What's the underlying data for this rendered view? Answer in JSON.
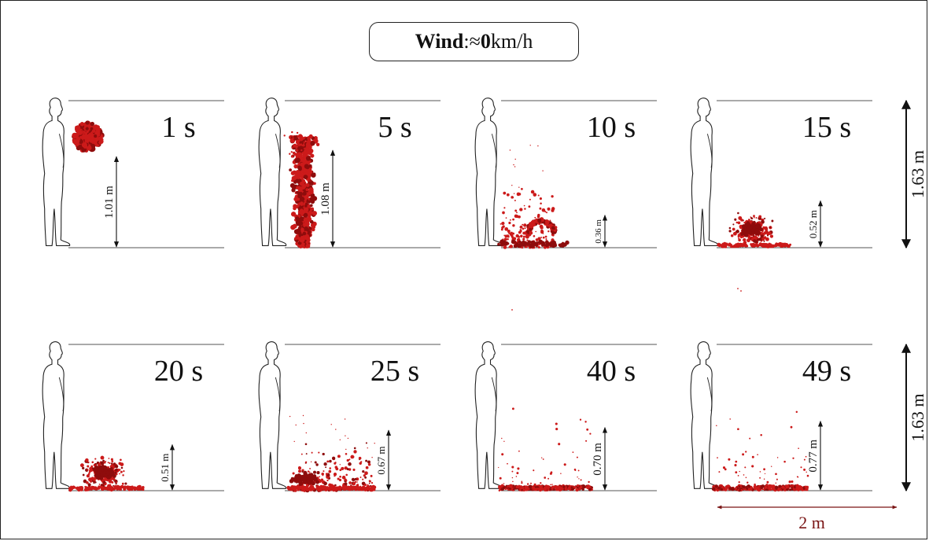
{
  "wind": {
    "label": "Wind",
    "separator": ":",
    "approx": "≈",
    "value": "0",
    "unit": "km/h"
  },
  "height_dimension": "1.63 m",
  "scale_label": "2 m",
  "colors": {
    "droplets": "#cc1a1a",
    "droplets_dark": "#8e0c0c",
    "lines": "#555555",
    "scale": "#7a1515",
    "ink": "#111111"
  },
  "panels": [
    {
      "time": "1 s",
      "height_label": "1.01 m",
      "height_m": 1.01,
      "cloud": "mouth-blob"
    },
    {
      "time": "5 s",
      "height_label": "1.08 m",
      "height_m": 1.08,
      "cloud": "falling-column"
    },
    {
      "time": "10 s",
      "height_label": "0.36 m",
      "height_m": 0.36,
      "cloud": "ground-swirl"
    },
    {
      "time": "15 s",
      "height_label": "0.52 m",
      "height_m": 0.52,
      "cloud": "low-cluster"
    },
    {
      "time": "20 s",
      "height_label": "0.51 m",
      "height_m": 0.51,
      "cloud": "low-cluster"
    },
    {
      "time": "25 s",
      "height_label": "0.67 m",
      "height_m": 0.67,
      "cloud": "spreading"
    },
    {
      "time": "40 s",
      "height_label": "0.70 m",
      "height_m": 0.7,
      "cloud": "settled"
    },
    {
      "time": "49 s",
      "height_label": "0.77 m",
      "height_m": 0.77,
      "cloud": "settled"
    }
  ]
}
